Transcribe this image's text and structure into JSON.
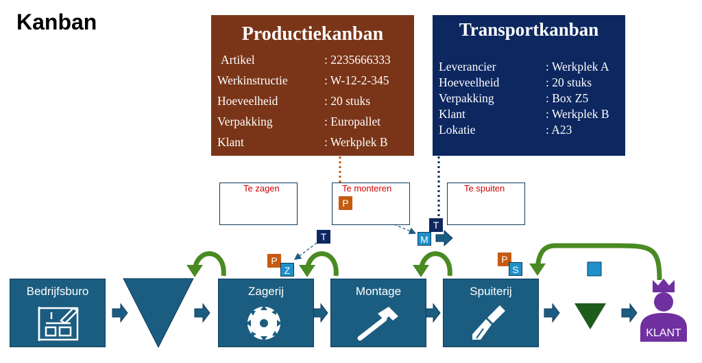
{
  "page_title": "Kanban",
  "production_kanban": {
    "title": "Productiekanban",
    "rows": [
      {
        "label": "Artikel",
        "value": ": 2235666333"
      },
      {
        "label": "Werkinstructie",
        "value": ": W-12-2-345"
      },
      {
        "label": "Hoeveelheid",
        "value": ": 20 stuks"
      },
      {
        "label": "Verpakking",
        "value": ": Europallet"
      },
      {
        "label": "Klant",
        "value": ": Werkplek B"
      }
    ]
  },
  "transport_kanban": {
    "title": "Transportkanban",
    "rows": [
      {
        "label": "Leverancier",
        "value": ": Werkplek A"
      },
      {
        "label": "Hoeveelheid",
        "value": ": 20 stuks"
      },
      {
        "label": "Verpakking",
        "value": ": Box Z5"
      },
      {
        "label": "Klant",
        "value": ": Werkplek B"
      },
      {
        "label": "Lokatie",
        "value": ": A23"
      }
    ]
  },
  "kanban_boards": [
    "Te zagen",
    "Te monteren",
    "Te spuiten"
  ],
  "processes": [
    "Bedrijfsburo",
    "Zagerij",
    "Montage",
    "Spuiterij"
  ],
  "customer": "KLANT",
  "badges": {
    "production": "P",
    "transport": "T",
    "zagerij": "Z",
    "montage": "M",
    "spuiterij": "S"
  },
  "colors": {
    "production": "#7a3518",
    "transport": "#0d2760",
    "process": "#1b5d80",
    "feedback_arrow": "#4a8a23",
    "customer": "#7030a0",
    "board_text": "#d00000"
  }
}
